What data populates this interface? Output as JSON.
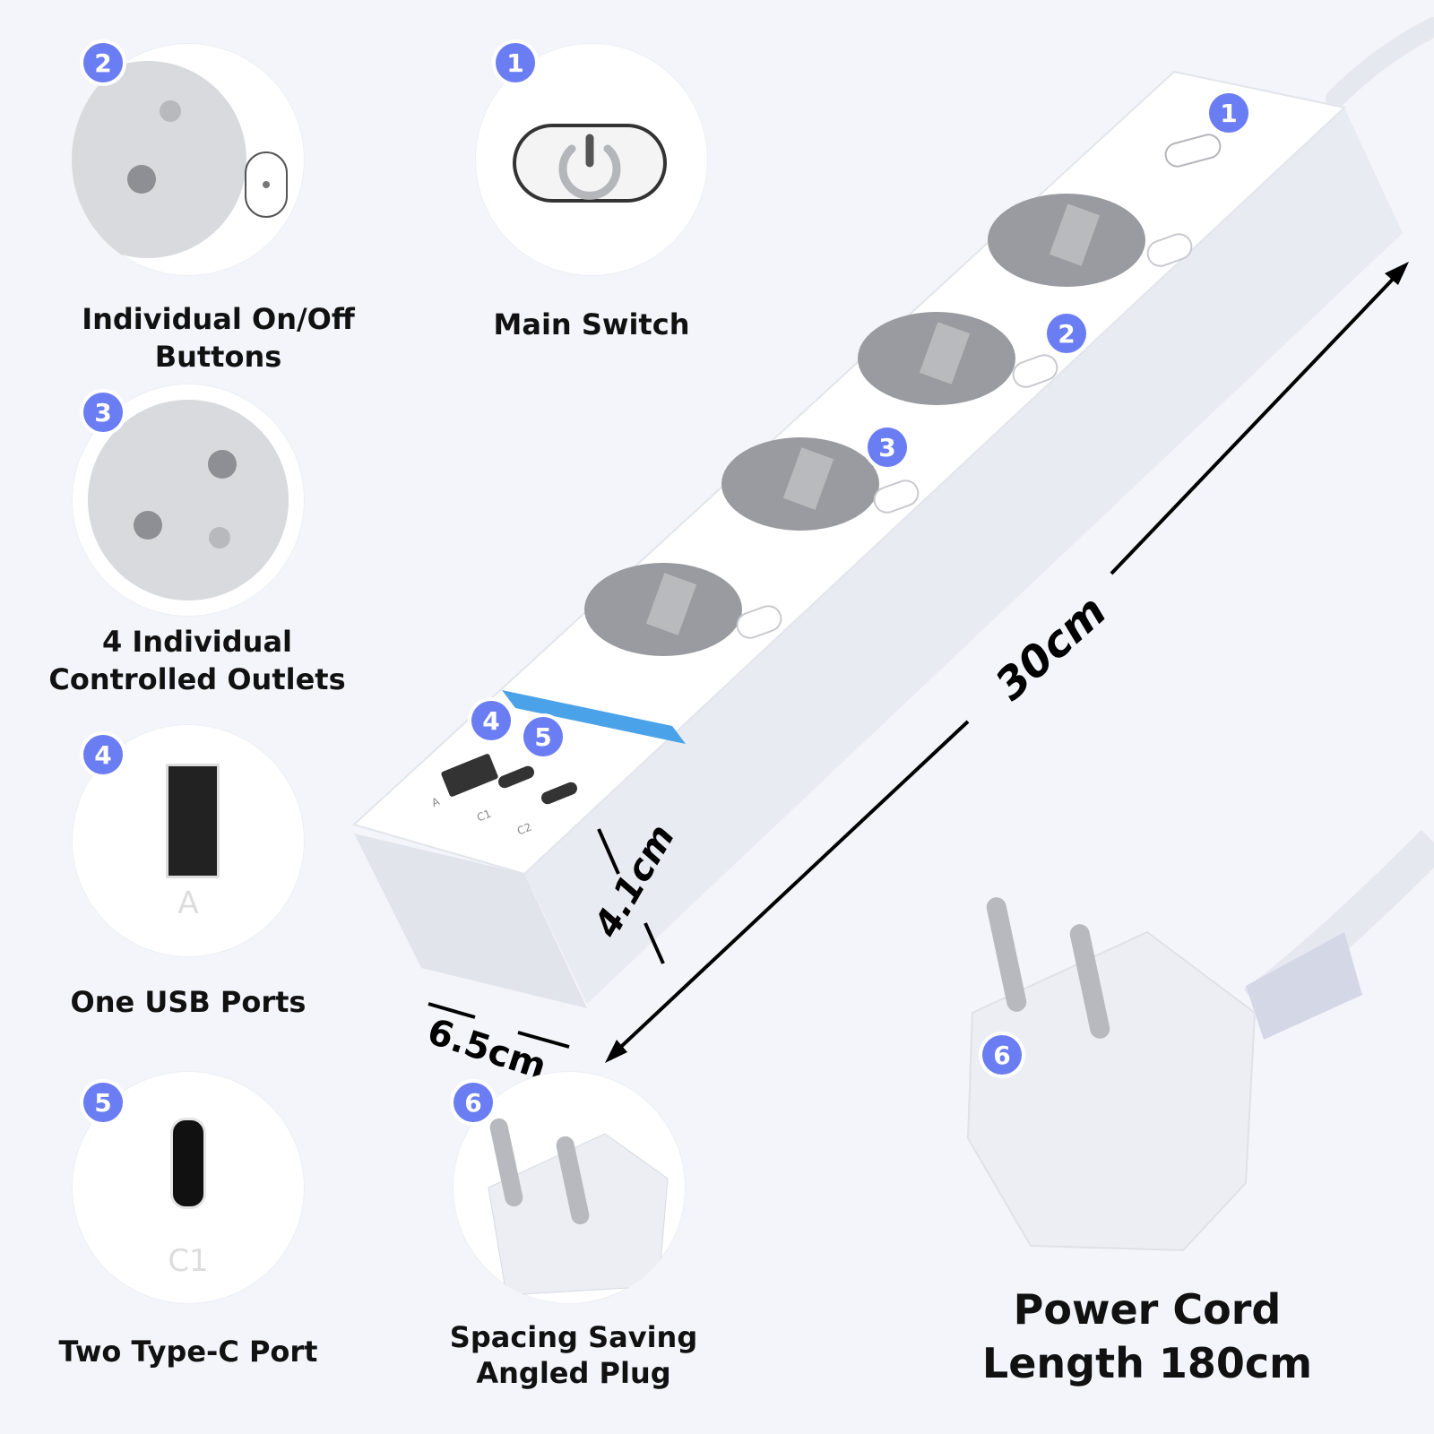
{
  "features": {
    "buttons": {
      "badge": "2",
      "label": "Individual On/Off Buttons"
    },
    "main_switch": {
      "badge": "1",
      "label": "Main Switch"
    },
    "outlets": {
      "badge": "3",
      "line1": "4 Individual",
      "line2": "Controlled Outlets"
    },
    "usb": {
      "badge": "4",
      "port_label": "A",
      "label": "One USB Ports"
    },
    "typec": {
      "badge": "5",
      "port_label": "C1",
      "label": "Two Type-C Port"
    },
    "plug": {
      "badge": "6",
      "line1": "Spacing Saving",
      "line2": "Angled Plug"
    },
    "cord": {
      "badge": "6",
      "line1": "Power Cord",
      "line2": "Length 180cm"
    }
  },
  "strip": {
    "port_labels": [
      "A",
      "C1",
      "C2"
    ],
    "markers": [
      "1",
      "2",
      "3",
      "4",
      "5"
    ]
  },
  "dimensions": {
    "length": "30cm",
    "height": "4.1cm",
    "width": "6.5cm"
  },
  "colors": {
    "badge": "#6b7df2",
    "accent_strip": "#4aa3e8",
    "background": "#f4f5fb",
    "socket_grey": "#9a9ba0"
  },
  "icons": [
    "power-icon",
    "schuko-socket-icon",
    "usb-a-port-icon",
    "usb-c-port-icon",
    "angled-plug-icon"
  ]
}
